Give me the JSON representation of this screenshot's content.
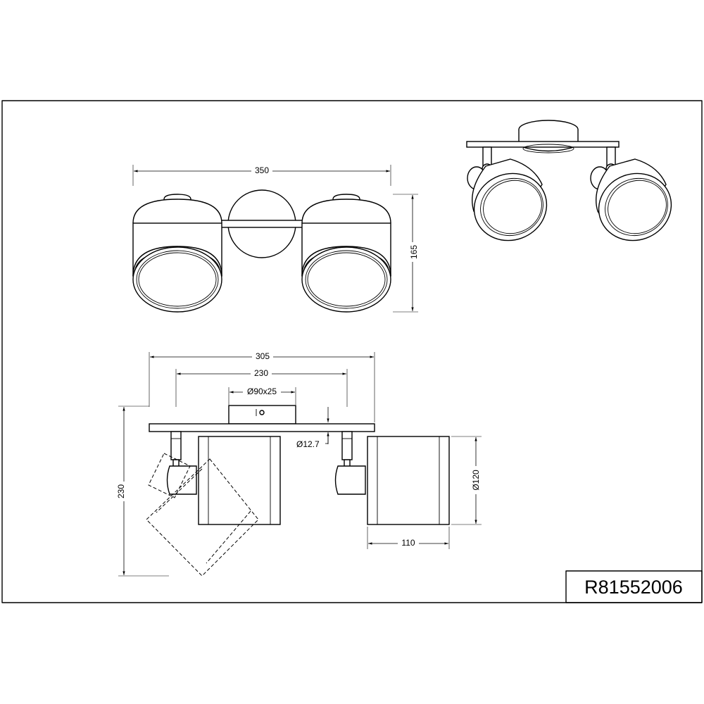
{
  "drawing": {
    "product_code": "R81552006",
    "top_view": {
      "width_dim": "350",
      "height_dim": "165"
    },
    "front_view": {
      "bar_length_dim": "305",
      "spot_spacing_dim": "230",
      "canopy_dim": "Ø90x25",
      "arm_diameter_dim": "Ø12.7",
      "overall_height_dim": "230",
      "shade_diameter_dim": "Ø120",
      "shade_length_dim": "110"
    }
  }
}
